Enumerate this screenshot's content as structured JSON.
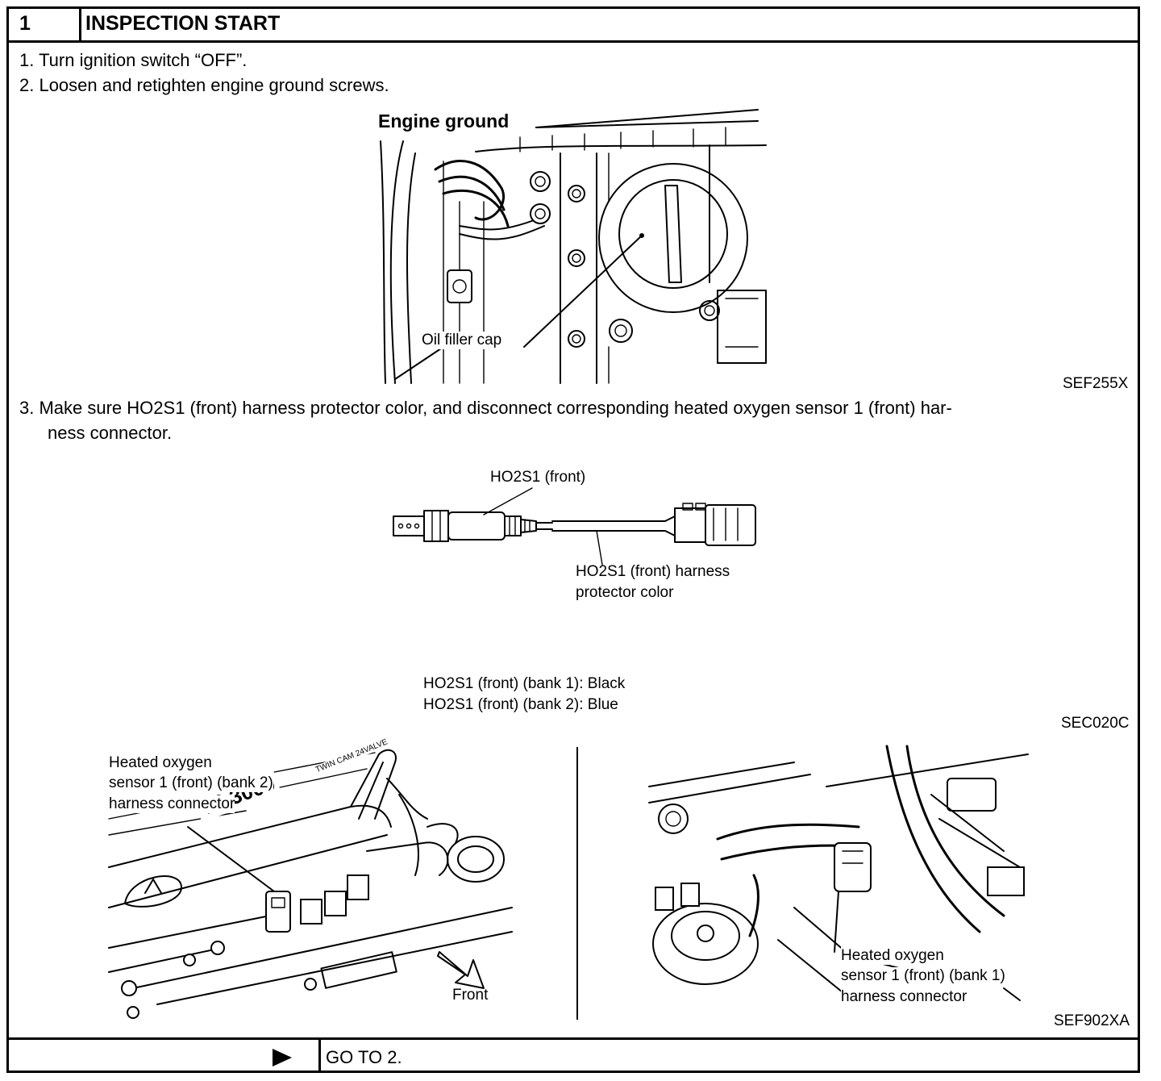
{
  "header": {
    "step_number": "1",
    "title": "INSPECTION START"
  },
  "steps": {
    "step1": "1.  Turn ignition switch “OFF”.",
    "step2": "2.  Loosen and retighten engine ground screws.",
    "step3_line1": "3.  Make sure HO2S1 (front) harness protector color, and disconnect corresponding heated oxygen sensor 1 (front) har-",
    "step3_line2": "ness connector."
  },
  "figure_engine_ground": {
    "label_engine_ground": "Engine ground",
    "label_oil_filler_cap": "Oil filler cap",
    "code": "SEF255X"
  },
  "figure_sensor": {
    "label_sensor": "HO2S1  (front)",
    "label_harness_line1": "HO2S1  (front)  harness",
    "label_harness_line2": "protector  color",
    "legend_bank1": "HO2S1  (front)  (bank  1):  Black",
    "legend_bank2": "HO2S1  (front)  (bank  2):  Blue",
    "code": "SEC020C"
  },
  "figure_engine_bay": {
    "left_label_line1": "Heated oxygen",
    "left_label_line2": "sensor 1 (front) (bank 2)",
    "left_label_line3": "harness connector",
    "engine_cover_text": "V6 3000",
    "engine_cover_small": "TWIN CAM 24VALVE",
    "front_label": "Front",
    "right_label_line1": "Heated oxygen",
    "right_label_line2": "sensor 1 (front) (bank 1)",
    "right_label_line3": "harness connector",
    "code": "SEF902XA"
  },
  "footer": {
    "arrow_icon": "triangle-right-icon",
    "goto": "GO TO 2."
  }
}
